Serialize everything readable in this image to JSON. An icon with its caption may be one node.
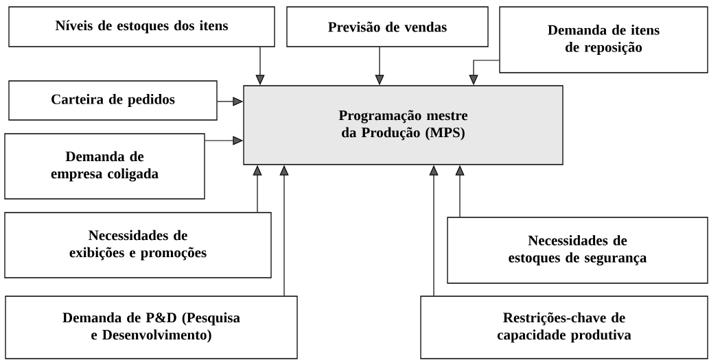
{
  "diagram": {
    "nodes": [
      {
        "text": [
          "Níveis de estoques dos itens"
        ]
      },
      {
        "text": [
          "Previsão de vendas"
        ]
      },
      {
        "text": [
          "Demanda de itens de reposição"
        ]
      },
      {
        "text": [
          "Carteira de pedidos"
        ]
      },
      {
        "text": [
          "Programação mestre da Produção (MPS)"
        ]
      },
      {
        "text": [
          "Demanda de empresa coligada"
        ]
      },
      {
        "text": [
          "Necessidades de exibições e promoções"
        ]
      },
      {
        "text": [
          "Necessidades de estoques de segurança"
        ]
      },
      {
        "text": [
          "Demanda de P&D (Pesquisa e Desenvolvimento)"
        ]
      },
      {
        "text": [
          "Restrições-chave de capacidade produtiva"
        ]
      }
    ],
    "edges": [
      {
        "from": 0,
        "to": 4,
        "arrow": "to"
      },
      {
        "from": 1,
        "to": 4,
        "arrow": "to"
      },
      {
        "from": 2,
        "to": 4,
        "arrow": "to"
      },
      {
        "from": 3,
        "to": 4,
        "arrow": "to"
      },
      {
        "from": 5,
        "to": 4,
        "arrow": "to"
      },
      {
        "from": 6,
        "to": 4,
        "arrow": "to"
      },
      {
        "from": 8,
        "to": 4,
        "arrow": "to"
      },
      {
        "from": 9,
        "to": 4,
        "arrow": "to"
      },
      {
        "from": 7,
        "to": 4,
        "arrow": "to"
      }
    ]
  }
}
